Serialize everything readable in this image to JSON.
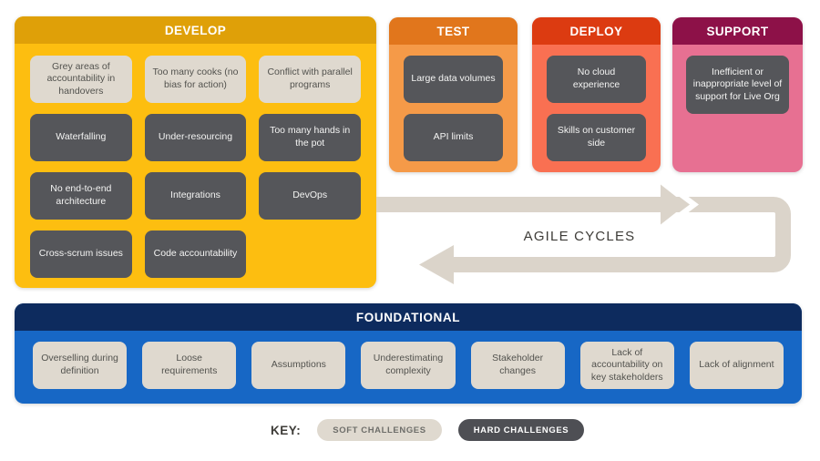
{
  "colors": {
    "develop_header": "#DFA008",
    "develop_body": "#FDBE10",
    "test_header": "#E1761C",
    "test_body": "#F59A48",
    "deploy_header": "#DC3B11",
    "deploy_body": "#F97052",
    "support_header": "#8D1148",
    "support_body": "#E77092",
    "foundational_header": "#0D2B5E",
    "foundational_body": "#1767C5",
    "soft_chip": "#DFD9CF",
    "hard_chip": "#55565A",
    "arrow": "#DBD4CA"
  },
  "sections": {
    "develop": {
      "title": "DEVELOP",
      "items": [
        {
          "label": "Grey areas of accountability in handovers",
          "type": "soft"
        },
        {
          "label": "Too many cooks (no bias for action)",
          "type": "soft"
        },
        {
          "label": "Conflict with parallel programs",
          "type": "soft"
        },
        {
          "label": "Waterfalling",
          "type": "hard"
        },
        {
          "label": "Under-resourcing",
          "type": "hard"
        },
        {
          "label": "Too many hands in the pot",
          "type": "hard"
        },
        {
          "label": "No end-to-end architecture",
          "type": "hard"
        },
        {
          "label": "Integrations",
          "type": "hard"
        },
        {
          "label": "DevOps",
          "type": "hard"
        },
        {
          "label": "Cross-scrum issues",
          "type": "hard"
        },
        {
          "label": "Code accountability",
          "type": "hard"
        }
      ]
    },
    "test": {
      "title": "TEST",
      "items": [
        {
          "label": "Large data volumes",
          "type": "hard"
        },
        {
          "label": "API limits",
          "type": "hard"
        }
      ]
    },
    "deploy": {
      "title": "DEPLOY",
      "items": [
        {
          "label": "No cloud experience",
          "type": "hard"
        },
        {
          "label": "Skills on customer side",
          "type": "hard"
        }
      ]
    },
    "support": {
      "title": "SUPPORT",
      "items": [
        {
          "label": "Inefficient or inappropriate level of support for Live Org",
          "type": "hard"
        }
      ]
    },
    "foundational": {
      "title": "FOUNDATIONAL",
      "items": [
        {
          "label": "Overselling during definition",
          "type": "soft"
        },
        {
          "label": "Loose requirements",
          "type": "soft"
        },
        {
          "label": "Assumptions",
          "type": "soft"
        },
        {
          "label": "Underestimating complexity",
          "type": "soft"
        },
        {
          "label": "Stakeholder changes",
          "type": "soft"
        },
        {
          "label": "Lack of accountability on key stakeholders",
          "type": "soft"
        },
        {
          "label": "Lack of alignment",
          "type": "soft"
        }
      ]
    }
  },
  "agile_cycles_label": "AGILE CYCLES",
  "key": {
    "label": "KEY:",
    "soft": "SOFT CHALLENGES",
    "hard": "HARD CHALLENGES"
  }
}
